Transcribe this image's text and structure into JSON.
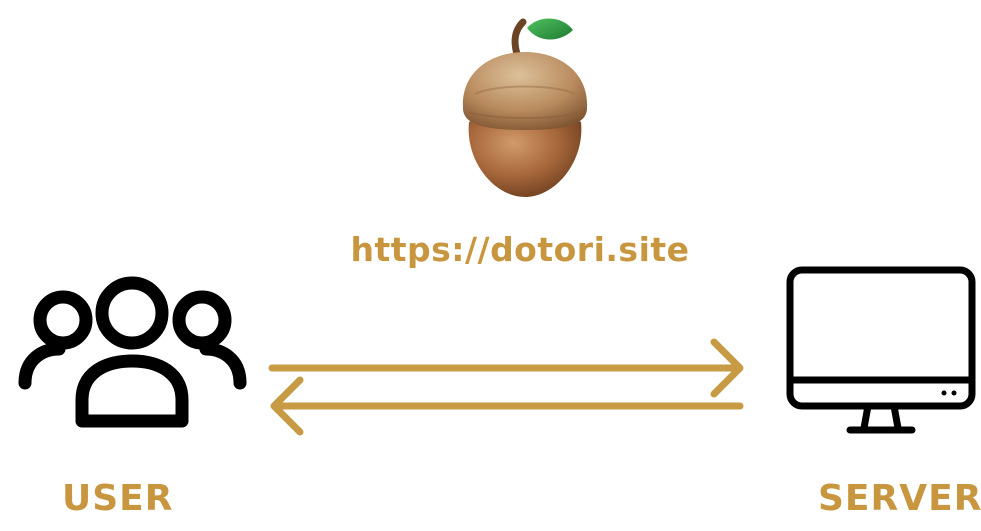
{
  "diagram": {
    "site_url": "https://dotori.site",
    "user_label": "USER",
    "server_label": "SERVER"
  },
  "icons": {
    "site_logo": "acorn-icon",
    "client": "users-group-icon",
    "server": "desktop-monitor-icon",
    "request": "arrow-right-icon",
    "response": "arrow-left-icon"
  },
  "colors": {
    "accent": "#c8963e",
    "arrow": "#c79a44",
    "icon_stroke": "#000000",
    "acorn_body": "#a8683c",
    "acorn_cap": "#b98b5e",
    "leaf": "#2f9a45"
  }
}
